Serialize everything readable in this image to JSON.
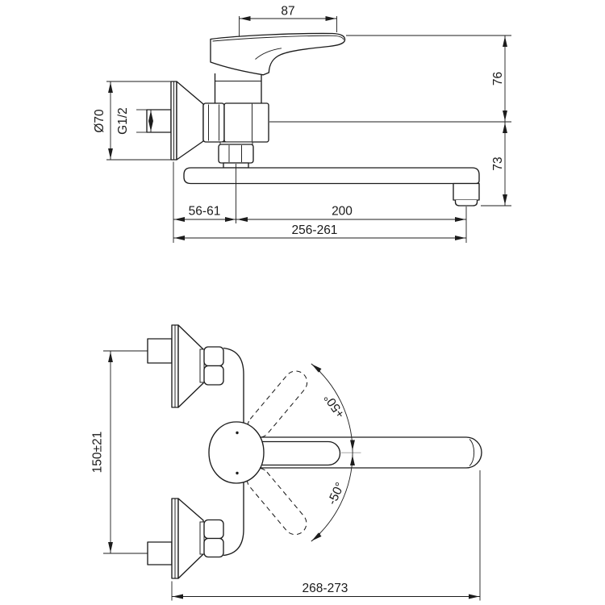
{
  "colors": {
    "line": "#1c1c1c",
    "background": "#ffffff",
    "centerline_gray": "#9a9a9a"
  },
  "side_view": {
    "dim_handle_length": "87",
    "dim_height_top": "76",
    "dim_height_spout": "73",
    "dim_flange_diameter": "Ø70",
    "dim_thread_size": "G1/2",
    "dim_wall_to_axis": "56-61",
    "dim_spout_reach": "200",
    "dim_total_reach": "256-261"
  },
  "plan_view": {
    "dim_inlet_spacing": "150±21",
    "dim_swivel_up": "+50°",
    "dim_swivel_down": "-50°",
    "dim_total_depth": "268-273"
  }
}
